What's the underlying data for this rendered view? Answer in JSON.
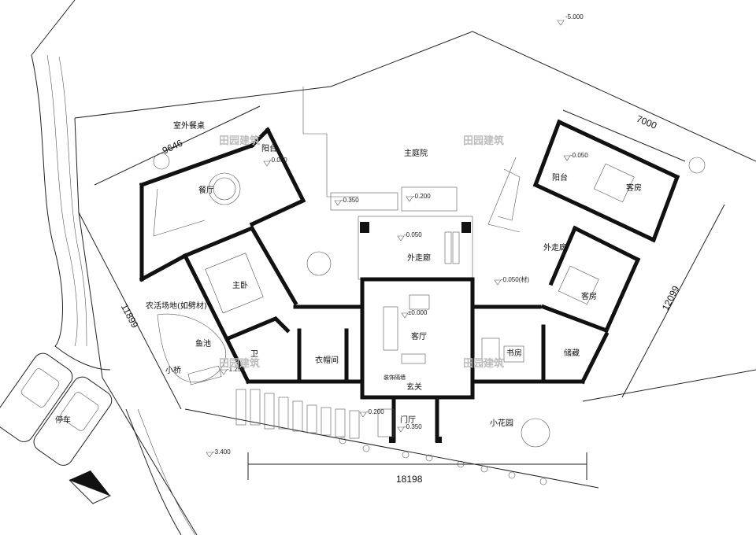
{
  "rooms": {
    "outdoor_dining": "室外餐桌",
    "balcony_left": "阳台",
    "dining": "餐厅",
    "main_courtyard": "主庭院",
    "outer_corridor_center": "外走廊",
    "master_bedroom": "主卧",
    "farm_area": "农活场地(如劈材)",
    "fish_pond": "鱼池",
    "small_bridge": "小桥",
    "bathroom": "卫",
    "cloakroom": "衣帽间",
    "living_room": "客厅",
    "foyer_hall": "玄关",
    "foyer_wall": "装饰隔墙",
    "entrance_hall": "门厅",
    "study": "书房",
    "storage": "储藏",
    "guest_room_1": "客房",
    "guest_room_2": "客房",
    "balcony_right": "阳台",
    "outer_corridor_right": "外走廊",
    "small_garden": "小花园",
    "parking": "停车"
  },
  "dimensions": {
    "left_diag": "9646",
    "right_top": "7000",
    "right_side": "12099",
    "left_side": "11899",
    "bottom": "18198"
  },
  "levels": {
    "top_right": "-5.000",
    "balcony_left": "-0.050",
    "courtyard_1": "-0.350",
    "courtyard_2": "-0.200",
    "corridor": "-0.050",
    "living": "±0.000",
    "study": "-0.050(材)",
    "balcony_right": "-0.050",
    "pond": "-1.250",
    "entrance_1": "-0.200",
    "entrance_2": "-0.350",
    "bottom_left": "-3.400"
  },
  "watermark": "田园建筑",
  "colors": {
    "wall": "#111111",
    "line": "#222222",
    "watermark": "#bdbdbd"
  }
}
